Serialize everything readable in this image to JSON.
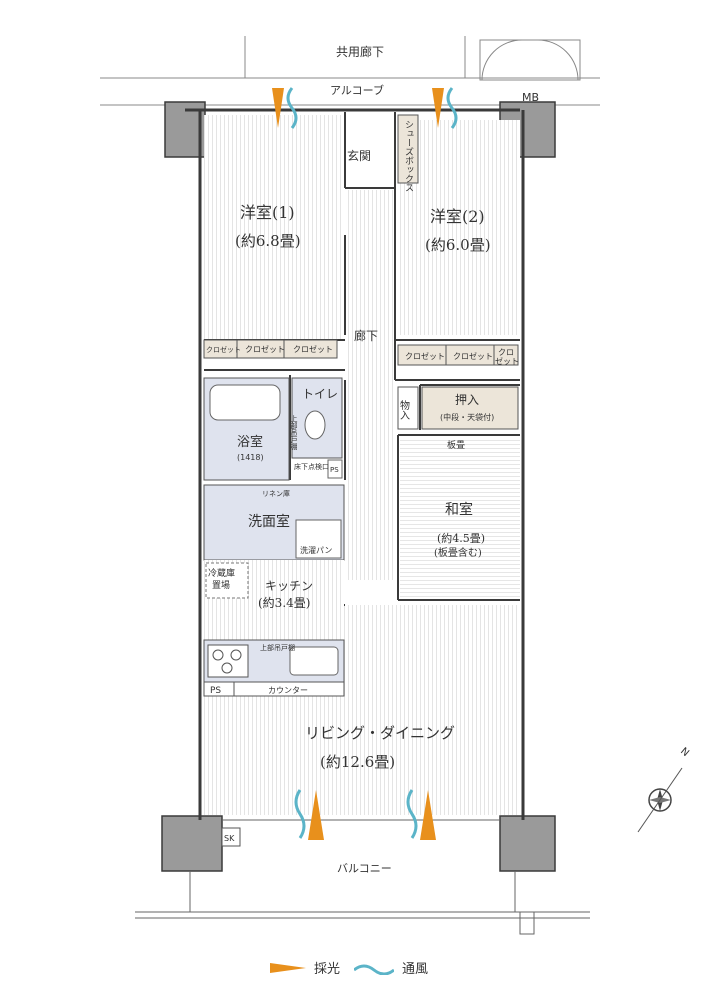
{
  "labels": {
    "common_corridor": "共用廊下",
    "alcove": "アルコーブ",
    "mb": "MB",
    "entrance": "玄関",
    "shoe_box": "シューズボックス",
    "western_room_1": "洋室(1)",
    "western_room_1_size": "(約6.8畳)",
    "western_room_2": "洋室(2)",
    "western_room_2_size": "(約6.0畳)",
    "hallway": "廊下",
    "closet": "クロゼット",
    "closet_split_1": "クロ",
    "closet_split_2": "ゼット",
    "toilet": "トイレ",
    "storage_in": "物入",
    "oshiire": "押入",
    "oshiire_note": "(中段・天袋付)",
    "itatatami": "板畳",
    "bathroom": "浴室",
    "bathroom_size": "(1418)",
    "upper_shelf": "上部吊戸棚",
    "floor_inspection": "床下点検口",
    "ps": "PS",
    "linen": "リネン庫",
    "washroom": "洗面室",
    "laundry_pan": "洗濯パン",
    "japanese_room": "和室",
    "japanese_room_size": "(約4.5畳)",
    "japanese_room_note": "(板畳含む)",
    "fridge": "冷蔵庫",
    "fridge_place": "置場",
    "kitchen": "キッチン",
    "kitchen_size": "(約3.4畳)",
    "counter": "カウンター",
    "living_dining": "リビング・ダイニング",
    "living_dining_size": "(約12.6畳)",
    "sk": "SK",
    "balcony": "バルコニー",
    "north": "N"
  },
  "legend": {
    "light": "採光",
    "wind": "通風"
  },
  "colors": {
    "light_arrow": "#e8901c",
    "wind_arrow": "#5bb4c8",
    "wall": "#3a3a3a",
    "wet_area": "#dfe3ee",
    "storage": "#ece5d9"
  }
}
